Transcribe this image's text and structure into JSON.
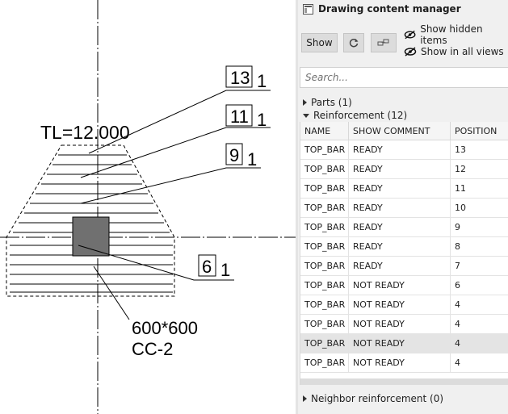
{
  "drawing": {
    "level_label": "TL=12.000",
    "column_label": {
      "size": "600*600",
      "name": "CC-2"
    },
    "position_marks": [
      {
        "number": "13",
        "count": "1"
      },
      {
        "number": "11",
        "count": "1"
      },
      {
        "number": "9",
        "count": "1"
      },
      {
        "number": "6",
        "count": "1"
      }
    ]
  },
  "panel": {
    "title": "Drawing content manager",
    "toolbar": {
      "show_label": "Show",
      "show_hidden_label": "Show hidden items",
      "show_all_views_label": "Show in all views"
    },
    "search": {
      "placeholder": "Search..."
    },
    "tree": {
      "parts": "Parts (1)",
      "reinforcement": "Reinforcement (12)",
      "neighbor": "Neighbor reinforcement (0)"
    },
    "table": {
      "columns": [
        "NAME",
        "SHOW COMMENT",
        "POSITION"
      ],
      "rows": [
        {
          "name": "TOP_BAR",
          "comment": "READY",
          "position": "13"
        },
        {
          "name": "TOP_BAR",
          "comment": "READY",
          "position": "12"
        },
        {
          "name": "TOP_BAR",
          "comment": "READY",
          "position": "11"
        },
        {
          "name": "TOP_BAR",
          "comment": "READY",
          "position": "10"
        },
        {
          "name": "TOP_BAR",
          "comment": "READY",
          "position": "9"
        },
        {
          "name": "TOP_BAR",
          "comment": "READY",
          "position": "8"
        },
        {
          "name": "TOP_BAR",
          "comment": "READY",
          "position": "7"
        },
        {
          "name": "TOP_BAR",
          "comment": "NOT READY",
          "position": "6"
        },
        {
          "name": "TOP_BAR",
          "comment": "NOT READY",
          "position": "4"
        },
        {
          "name": "TOP_BAR",
          "comment": "NOT READY",
          "position": "4"
        },
        {
          "name": "TOP_BAR",
          "comment": "NOT READY",
          "position": "4",
          "selected": true
        },
        {
          "name": "TOP_BAR",
          "comment": "NOT READY",
          "position": "4"
        }
      ]
    }
  }
}
